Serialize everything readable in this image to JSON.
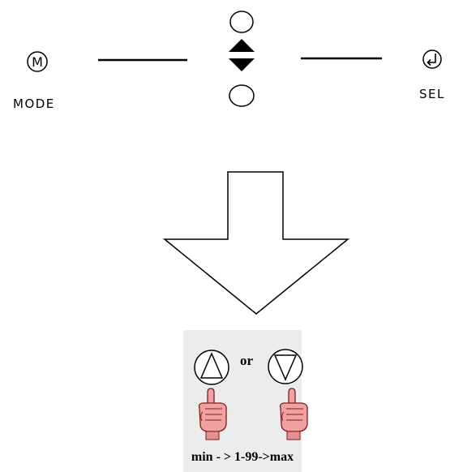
{
  "mode_control": {
    "icon_letter": "M",
    "label": "MODE"
  },
  "select_control": {
    "label": "SEL"
  },
  "step_two": {
    "connector": "or",
    "range_text": "min - > 1-99->max"
  },
  "colors": {
    "line": "#000000",
    "background": "#ffffff",
    "hand_skin": "#f2a0a0",
    "hand_outline": "#7a2020"
  }
}
